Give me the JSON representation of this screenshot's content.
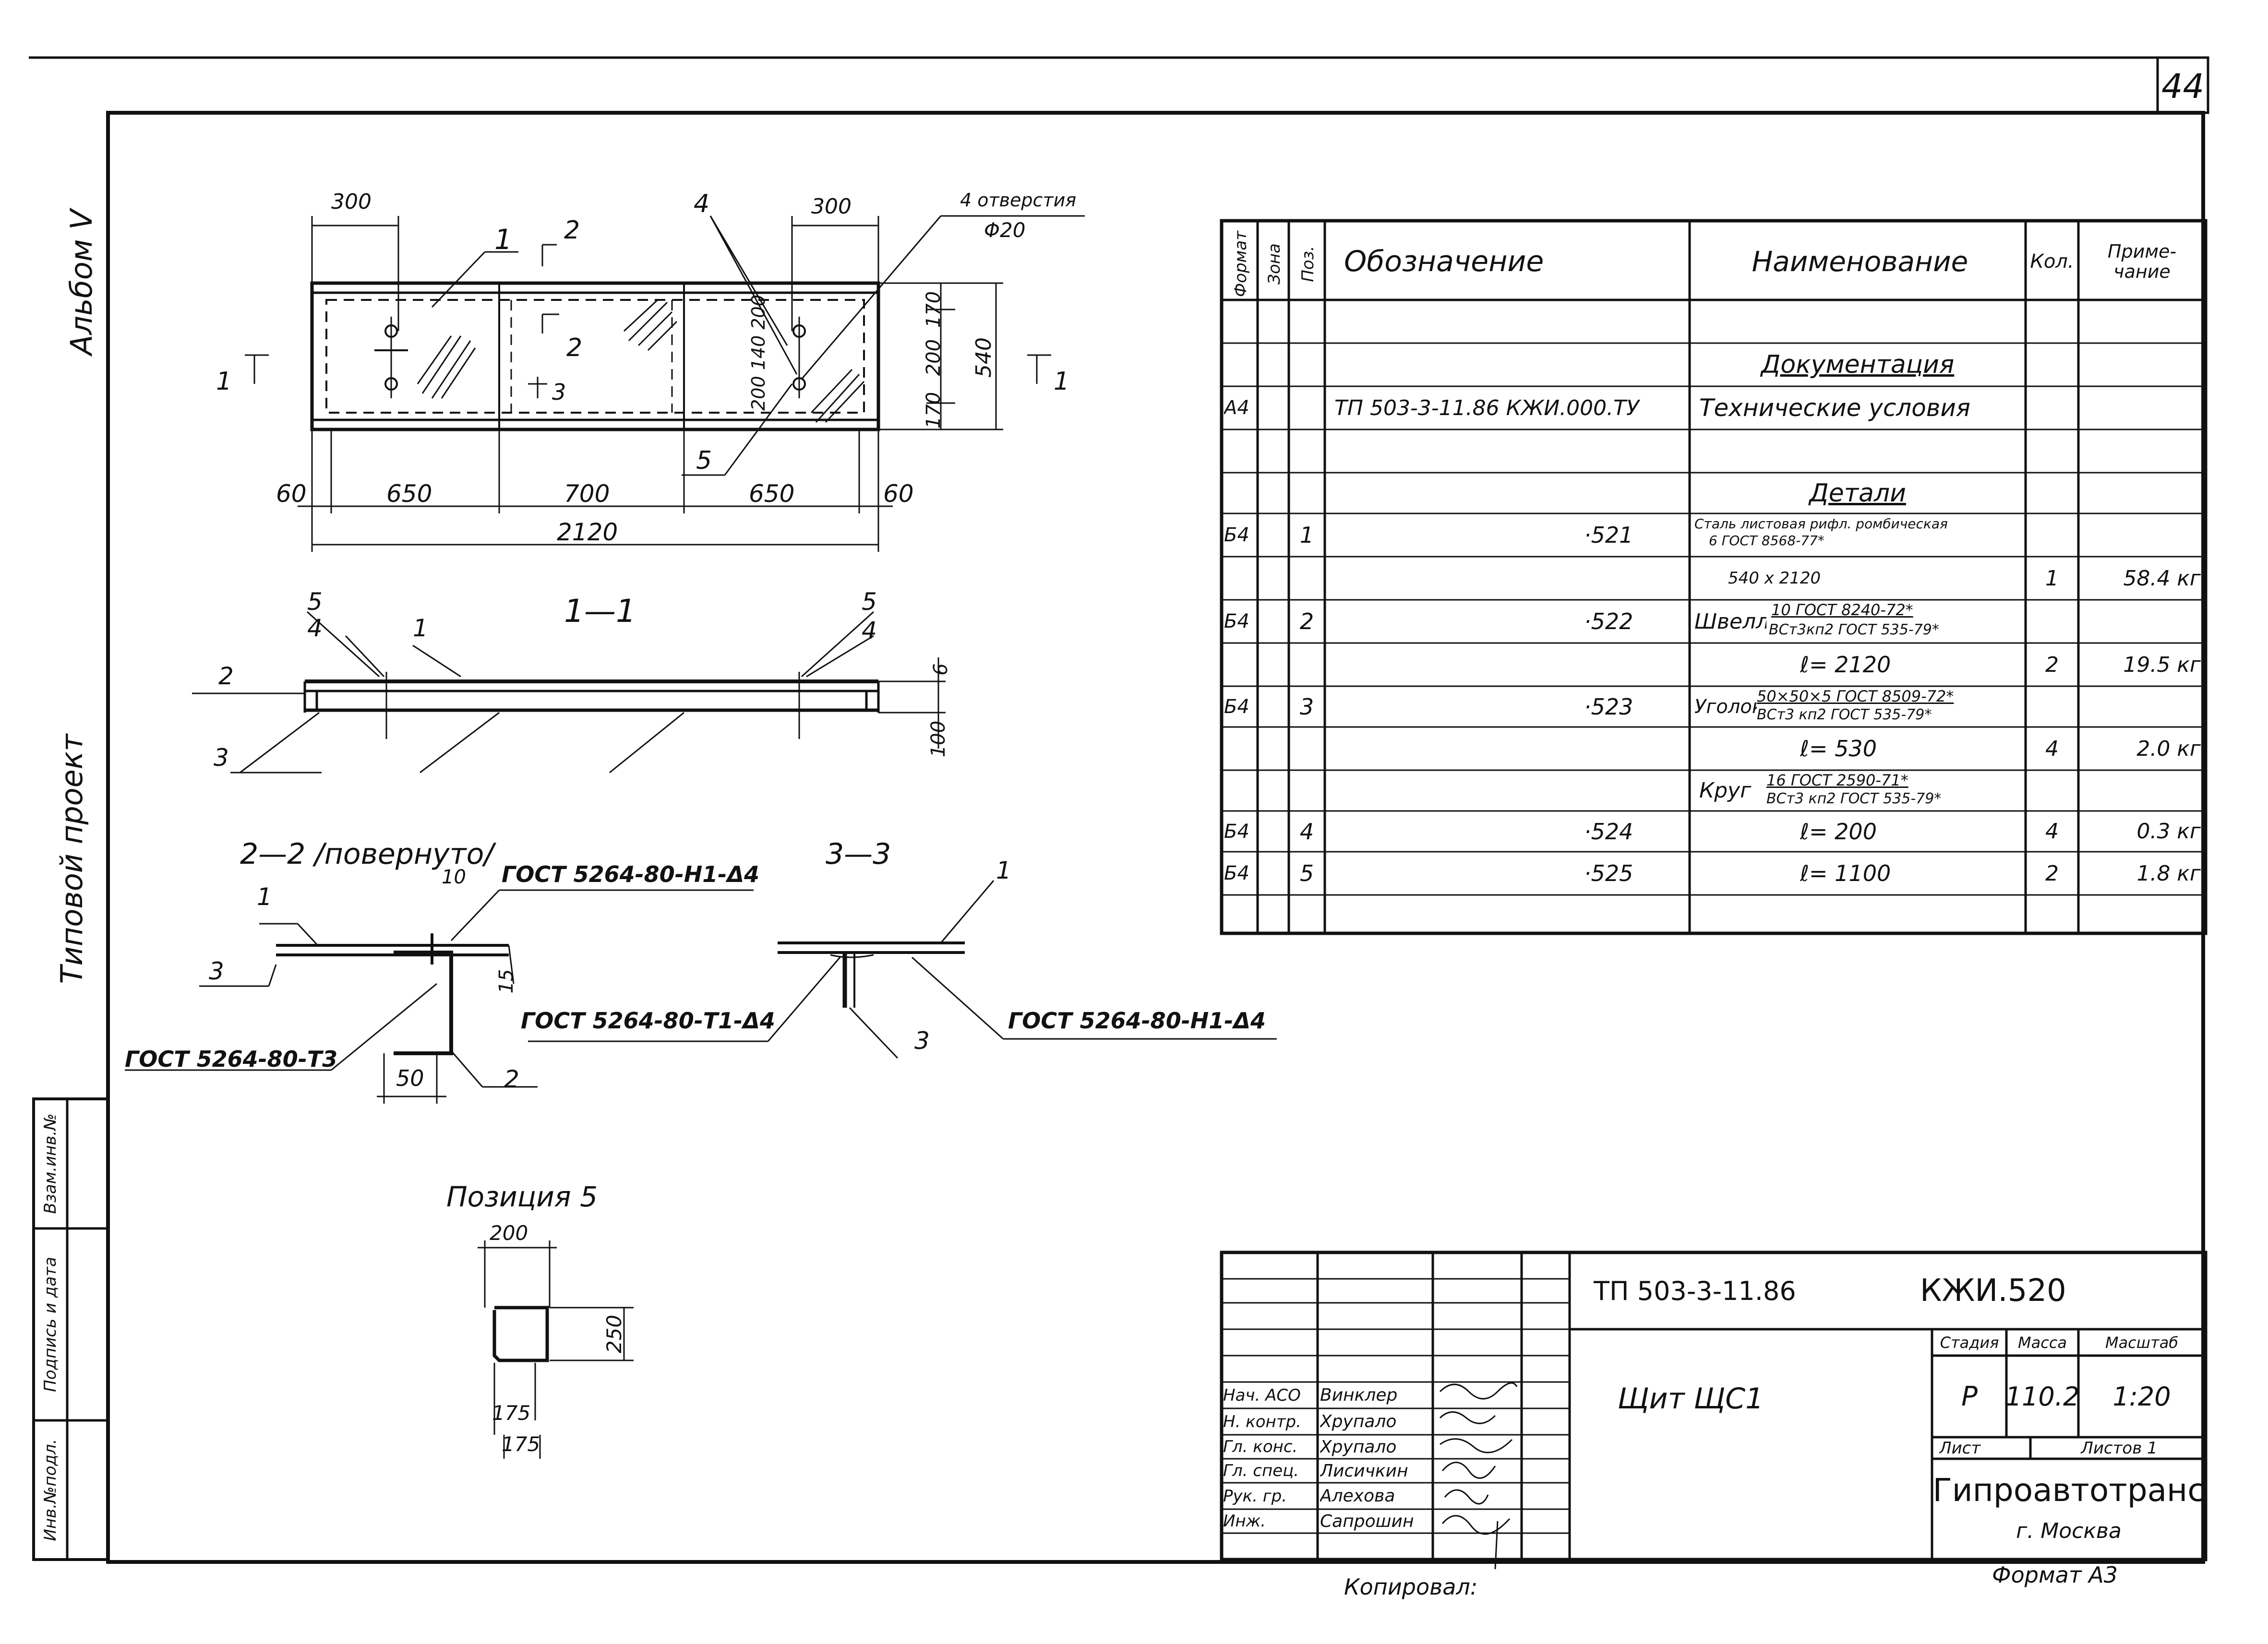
{
  "sheet_number": "44",
  "side_labels": {
    "album": "Альбом Ⅴ",
    "project": "Типовой проект"
  },
  "stamp_column": {
    "inv_vzam": "Взам.инв.№",
    "podpis_data": "Подпись и дата",
    "inv_podl": "Инв.№подл."
  },
  "plan_view": {
    "dim_300_left": "300",
    "dim_300_right": "300",
    "dim_60_left": "60",
    "dim_650_left": "650",
    "dim_700": "700",
    "dim_650_right": "650",
    "dim_60_right": "60",
    "dim_2120": "2120",
    "dim_170_top": "170",
    "dim_200": "200",
    "dim_170_bot": "170",
    "dim_540": "540",
    "dim_200_140_200": "200 140 200",
    "holes_note": "4 отверстия",
    "holes_dia": "Φ20",
    "callout_1": "1",
    "callout_4": "4",
    "callout_5": "5",
    "section_1_left": "1",
    "section_1_right": "1",
    "section_2_top": "2",
    "section_2_mid": "2",
    "section_3": "3"
  },
  "section_1_1": {
    "title": "1—1",
    "c5_left": "5",
    "c4_left": "4",
    "c1": "1",
    "c2": "2",
    "c3": "3",
    "c5_right": "5",
    "c4_right": "4",
    "dim_6": "6",
    "dim_100": "100"
  },
  "section_2_2": {
    "title": "2—2 /повернуто/",
    "dim_10": "10",
    "gost_top": "ГОСТ 5264-80-Н1-Δ4",
    "c1": "1",
    "c3": "3",
    "dim_15": "15",
    "gost_t3": "ГОСТ 5264-80-Т3",
    "dim_50": "50",
    "c2": "2"
  },
  "section_3_3": {
    "title": "3—3",
    "c1": "1",
    "gost_left": "ГОСТ 5264-80-Т1-Δ4",
    "c3": "3",
    "gost_right": "ГОСТ 5264-80-Н1-Δ4"
  },
  "position_5": {
    "title": "Позиция 5",
    "dim_200": "200",
    "dim_250": "250",
    "dim_175a": "175",
    "dim_175b": "175"
  },
  "spec_table": {
    "headers": {
      "format": "Формат",
      "zone": "Зона",
      "pos": "Поз.",
      "designation": "Обозначение",
      "name": "Наименование",
      "qty": "Кол.",
      "note": "Приме-\nчание"
    },
    "section_docs": "Документация",
    "row_docs": {
      "format": "А4",
      "designation": "ТП 503-3-11.86 КЖИ.000.ТУ",
      "name": "Технические условия"
    },
    "section_details": "Детали",
    "rows": [
      {
        "format": "Б4",
        "pos": "1",
        "designation": "·521",
        "name_line1": "Сталь листовая рифл. ромбическая",
        "name_line2": "6 ГОСТ 8568-77*",
        "name_line3": "540 х 2120",
        "qty": "1",
        "note": "58.4 кг"
      },
      {
        "format": "Б4",
        "pos": "2",
        "designation": "·522",
        "name_prefix": "Швеллер",
        "name_num": "10 ГОСТ 8240-72*",
        "name_den": "ВСт3кп2 ГОСТ 535-79*",
        "name_line3": "ℓ= 2120",
        "qty": "2",
        "note": "19.5 кг"
      },
      {
        "format": "Б4",
        "pos": "3",
        "designation": "·523",
        "name_prefix": "Уголок",
        "name_num": "50×50×5 ГОСТ 8509-72*",
        "name_den": "ВСт3 кп2 ГОСТ 535-79*",
        "name_line3": "ℓ= 530",
        "qty": "4",
        "note": "2.0 кг"
      },
      {
        "name_prefix": "Круг",
        "name_num": "16 ГОСТ 2590-71*",
        "name_den": "ВСт3 кп2 ГОСТ 535-79*"
      },
      {
        "format": "Б4",
        "pos": "4",
        "designation": "·524",
        "name_line3": "ℓ= 200",
        "qty": "4",
        "note": "0.3 кг"
      },
      {
        "format": "Б4",
        "pos": "5",
        "designation": "·525",
        "name_line3": "ℓ= 1100",
        "qty": "2",
        "note": "1.8 кг"
      }
    ]
  },
  "title_block": {
    "doc_code_left": "ТП 503-3-11.86",
    "doc_code_right": "КЖИ.520",
    "product_name": "Щит ЩС1",
    "stage_label": "Стадия",
    "mass_label": "Масса",
    "scale_label": "Масштаб",
    "stage": "Р",
    "mass": "110.2",
    "scale": "1:20",
    "sheet_label": "Лист",
    "sheets_label": "Листов 1",
    "org": "Гипроавтотранс",
    "city": "г. Москва",
    "roles": [
      "Нач. АСО",
      "Н. контр.",
      "Гл. конс.",
      "Гл. спец.",
      "Рук. гр.",
      "Инж."
    ],
    "names": [
      "Винклер",
      "Хрупало",
      "Хрупало",
      "Лисичкин",
      "Алехова",
      "Сапрошин"
    ]
  },
  "footer": {
    "copied": "Копировал:",
    "format": "Формат А3"
  }
}
